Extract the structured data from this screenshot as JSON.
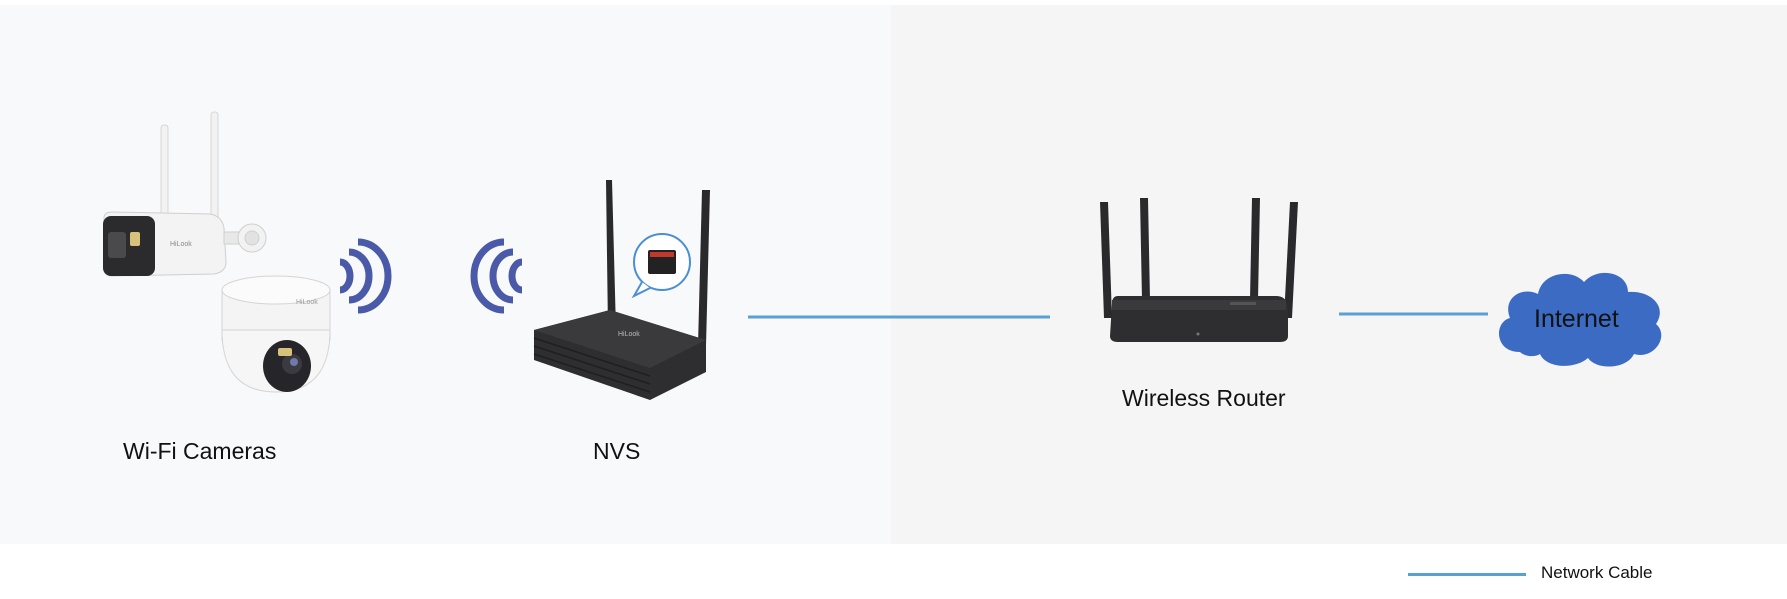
{
  "diagram": {
    "nodes": {
      "wifi_cameras": {
        "label": "Wi-Fi Cameras",
        "icon": "wifi-camera-icon"
      },
      "nvs": {
        "label": "NVS",
        "icon": "nvs-router-icon"
      },
      "wireless_router": {
        "label": "Wireless Router",
        "icon": "wireless-router-icon"
      },
      "internet": {
        "label": "Internet",
        "icon": "cloud-icon"
      }
    },
    "links": [
      {
        "from": "Wi-Fi Cameras",
        "to": "NVS",
        "type": "wireless"
      },
      {
        "from": "NVS",
        "to": "Wireless Router",
        "type": "Network Cable"
      },
      {
        "from": "Wireless Router",
        "to": "Internet",
        "type": "Network Cable"
      }
    ]
  },
  "legend": {
    "network_cable_label": "Network Cable"
  },
  "colors": {
    "network_cable": "#5aa1d3",
    "wifi_waves": "#4a5aa8",
    "cloud_fill": "#3c6bc4",
    "device_dark": "#2a2a2c",
    "panel_left": "#f8f9fa",
    "panel_right": "#f5f5f5"
  }
}
